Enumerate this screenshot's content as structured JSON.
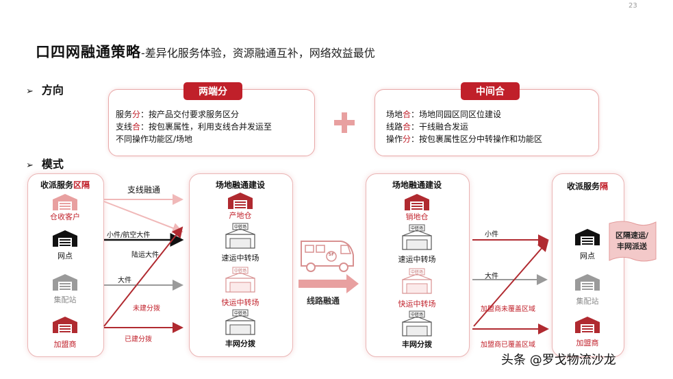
{
  "page_number": "23",
  "title": {
    "main": "口四网融通策略",
    "subtitle": "-差异化服务体验，资源融通互补，网络效益最优"
  },
  "sections": {
    "direction": "方向",
    "mode": "模式"
  },
  "direction_cards": [
    {
      "tag": "两端分",
      "lines": [
        {
          "prefix": "服务",
          "highlight": "分",
          "text": "：按产品交付要求服务区分"
        },
        {
          "prefix": "支线",
          "highlight": "合",
          "text": "：按包裹属性，利用支线合并发运至"
        },
        {
          "prefix": "",
          "highlight": "",
          "text": "不同操作功能区/场地"
        }
      ]
    },
    {
      "tag": "中间合",
      "lines": [
        {
          "prefix": "场地",
          "highlight": "合",
          "text": "：场地同园区同区位建设"
        },
        {
          "prefix": "线路",
          "highlight": "合",
          "text": "：干线融合发运"
        },
        {
          "prefix": "操作",
          "highlight": "分",
          "text": "：按包裹属性区分中转操作和功能区"
        }
      ]
    }
  ],
  "plus_symbol": "+",
  "columns": {
    "left": {
      "title_prefix": "收派服务",
      "title_highlight": "区隔",
      "items": [
        "仓收客户",
        "网点",
        "集配站",
        "加盟商"
      ]
    },
    "site1": {
      "title": "场地融通建设",
      "items": [
        "产地仓",
        "速运中转场",
        "快运中转场",
        "丰网分拨"
      ]
    },
    "site2": {
      "title": "场地融通建设",
      "items": [
        "销地仓",
        "速运中转场",
        "快运中转场",
        "丰网分拨"
      ]
    },
    "right": {
      "title_prefix": "收派服务",
      "title_highlight": "隔",
      "items": [
        "网点",
        "集配站",
        "加盟商"
      ]
    }
  },
  "flows_left": [
    "支线融通",
    "小件/航空大件",
    "陆运大件",
    "大件",
    "未建分拨",
    "已建分拨"
  ],
  "flows_right": [
    "小件",
    "大件",
    "加盟商未覆盖区域",
    "加盟商已覆盖区域"
  ],
  "route_label": "线路融通",
  "van_badge": "SF",
  "banner": [
    "区隔速运/",
    "丰网派送"
  ],
  "watermark": "头条 @罗戈物流沙龙",
  "icon_sign_text": "中转场",
  "colors": {
    "accent": "#c0202a",
    "light_red": "#e8a0a0",
    "gray": "#9a9a9a",
    "dark": "#111111"
  }
}
